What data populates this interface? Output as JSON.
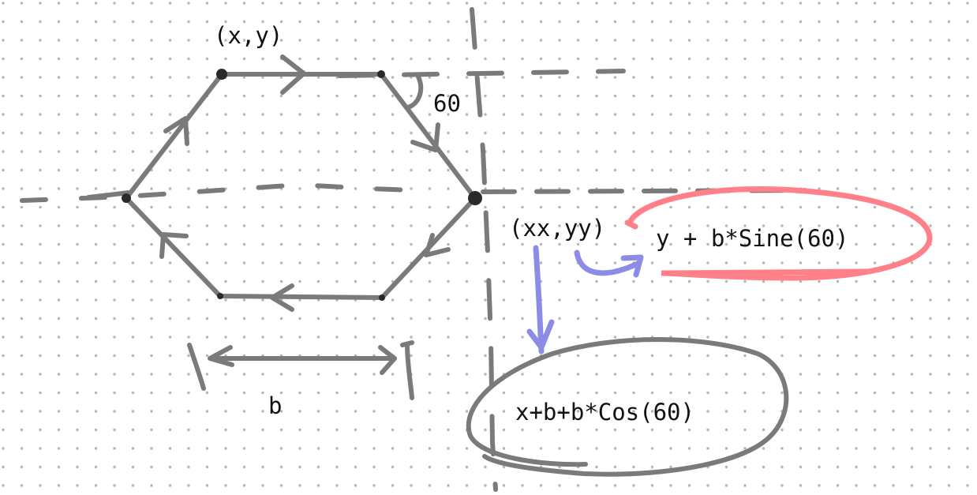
{
  "labels": {
    "top_vertex": "(x,y)",
    "angle": "60",
    "right_vertex": "(xx,yy)",
    "y_formula": "y + b*Sine(60)",
    "x_formula": "x+b+b*Cos(60)",
    "side_length": "b"
  },
  "colors": {
    "background": "#ffffff",
    "dots": "#b5b5b5",
    "ink": "#7a7a7a",
    "text": "#111111",
    "red_highlight": "#ff8088",
    "blue_arrow": "#8c8ce6"
  }
}
